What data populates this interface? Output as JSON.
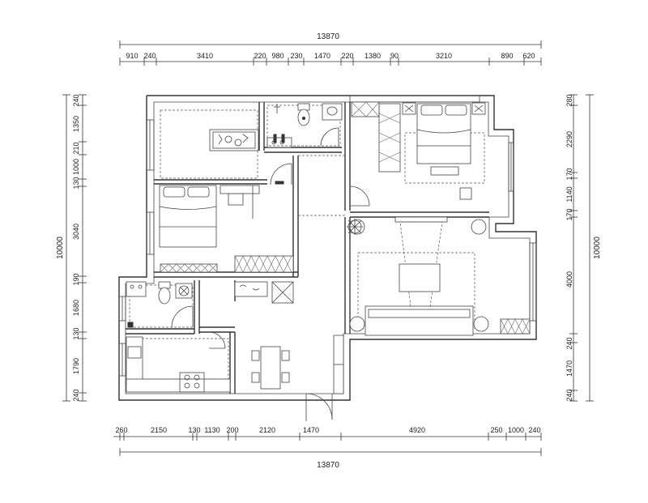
{
  "dimensions": {
    "top_total": "13870",
    "top_segments": [
      "910",
      "240",
      "3410",
      "220",
      "980",
      "230",
      "1470",
      "220",
      "1380",
      "90",
      "3210",
      "890",
      "620"
    ],
    "bottom_total": "13870",
    "bottom_segments": [
      "260",
      "2150",
      "130",
      "1130",
      "200",
      "2120",
      "1470",
      "4920",
      "250",
      "1000",
      "240"
    ],
    "left_total": "10000",
    "left_segments": [
      "240",
      "1350",
      "210",
      "1000",
      "130",
      "3040",
      "190",
      "1680",
      "130",
      "1790",
      "240"
    ],
    "right_total": "10000",
    "right_segments": [
      "280",
      "2290",
      "170",
      "1140",
      "170",
      "4000",
      "240",
      "1470",
      "240"
    ]
  }
}
